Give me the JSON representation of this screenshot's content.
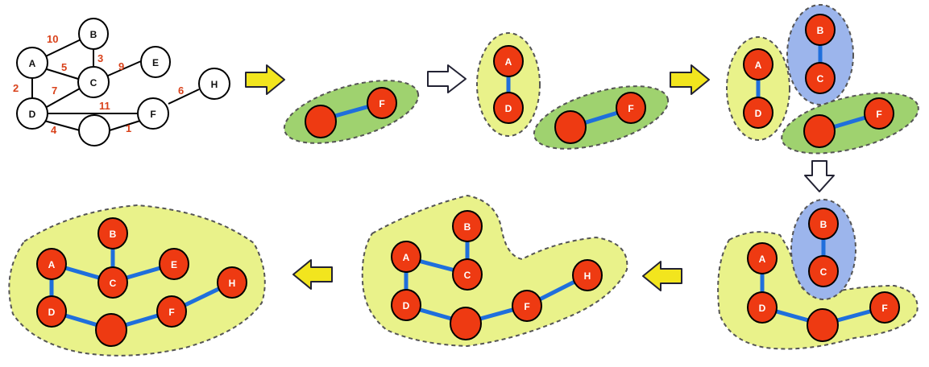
{
  "colors": {
    "node_fill": "#ee3a12",
    "tree_edge": "#1f6fdc",
    "region_yellow": "#e9f28a",
    "region_green": "#9fd26f",
    "region_blue": "#9cb5ec",
    "arrow_yellow": "#f2e51e",
    "weight_text": "#d9421b"
  },
  "graph": {
    "node_labels": {
      "B": "B",
      "A": "A",
      "C": "C",
      "E": "E",
      "H": "H",
      "D": "D",
      "F": "F",
      "G": ""
    },
    "edge_weights": [
      "10",
      "3",
      "5",
      "9",
      "2",
      "7",
      "6",
      "11",
      "4",
      "1"
    ]
  },
  "steps": [
    {
      "labels": [
        "",
        "F"
      ]
    },
    {
      "labels": [
        "A",
        "D",
        "",
        "F"
      ]
    },
    {
      "labels": [
        "A",
        "D",
        "B",
        "C",
        "",
        "F"
      ]
    },
    {
      "labels": [
        "A",
        "D",
        "B",
        "C",
        "",
        "F"
      ]
    },
    {
      "labels": [
        "B",
        "A",
        "C",
        "H",
        "D",
        "",
        "F"
      ]
    },
    {
      "labels": [
        "B",
        "A",
        "E",
        "C",
        "H",
        "D",
        "F",
        ""
      ]
    }
  ],
  "arrows": [
    {
      "icon": "arrow-right-icon",
      "style": "yellow"
    },
    {
      "icon": "arrow-right-icon",
      "style": "white"
    },
    {
      "icon": "arrow-right-icon",
      "style": "yellow"
    },
    {
      "icon": "arrow-down-icon",
      "style": "white"
    },
    {
      "icon": "arrow-left-icon",
      "style": "yellow"
    },
    {
      "icon": "arrow-left-icon",
      "style": "yellow"
    }
  ]
}
